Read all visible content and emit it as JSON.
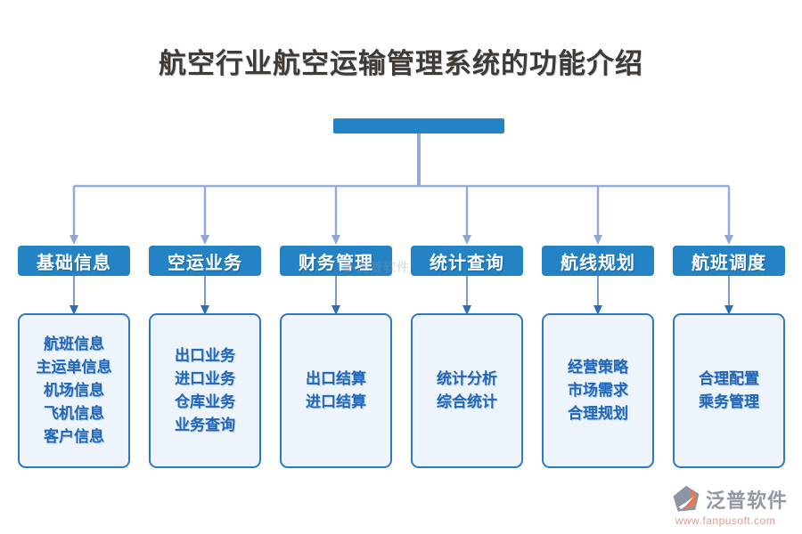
{
  "title": "航空行业航空运输管理系统的功能介绍",
  "categories": [
    {
      "label": "基础信息",
      "items": [
        "航班信息",
        "主运单信息",
        "机场信息",
        "飞机信息",
        "客户信息"
      ]
    },
    {
      "label": "空运业务",
      "items": [
        "出口业务",
        "进口业务",
        "仓库业务",
        "业务查询"
      ]
    },
    {
      "label": "财务管理",
      "items": [
        "出口结算",
        "进口结算"
      ]
    },
    {
      "label": "统计查询",
      "items": [
        "统计分析",
        "综合统计"
      ]
    },
    {
      "label": "航线规划",
      "items": [
        "经营策略",
        "市场需求",
        "合理规划"
      ]
    },
    {
      "label": "航班调度",
      "items": [
        "合理配置",
        "乘务管理"
      ]
    }
  ],
  "watermark": {
    "text": "泛普软件"
  },
  "logo": {
    "name": "泛普软件",
    "url": "www.fanpusoft.com"
  },
  "colors": {
    "node_blue": "#2483c5",
    "connector_line": "#95aad9",
    "arrow_light": "#8da5d7",
    "arrow_dark": "#2e6db6",
    "child_border": "#2e78c5",
    "child_fill": "#eef4fc",
    "child_text": "#2167b5",
    "logo_text": "#8f98a5",
    "logo_url": "#e59a91"
  }
}
